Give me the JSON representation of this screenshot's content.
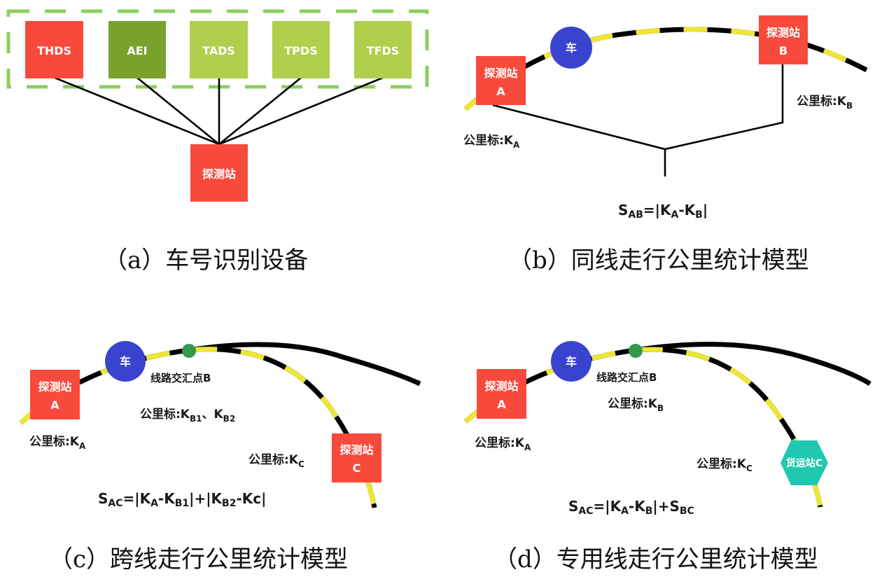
{
  "colors": {
    "thds": "#f84a3c",
    "aei": "#78a22c",
    "light_green": "#b0cf4c",
    "dashed_border": "#8ccf5c",
    "station": "#f84a3c",
    "car": "#3a43d0",
    "junction": "#34994e",
    "freight_station": "#20c8b0",
    "rail_yellow": "#ede634",
    "rail_black": "#000000"
  },
  "panel_a": {
    "devices": [
      "THDS",
      "AEI",
      "TADS",
      "TPDS",
      "TFDS"
    ],
    "station": "探测站",
    "caption": "（a）车号识别设备"
  },
  "panel_b": {
    "station_a": {
      "name": "探测站",
      "letter": "A"
    },
    "station_b": {
      "name": "探测站",
      "letter": "B"
    },
    "car": "车",
    "km_a": {
      "prefix": "公里标:K",
      "sub": "A"
    },
    "km_b": {
      "prefix": "公里标:K",
      "sub": "B"
    },
    "formula": {
      "s": "S",
      "s_sub": "AB",
      "eq": "=|K",
      "a": "A",
      "mid": "-K",
      "b": "B",
      "end": "|"
    },
    "caption": "（b）同线走行公里统计模型"
  },
  "panel_c": {
    "station_a": {
      "name": "探测站",
      "letter": "A"
    },
    "station_c": {
      "name": "探测站",
      "letter": "C"
    },
    "car": "车",
    "junction_label": "线路交汇点B",
    "km_b": {
      "prefix": "公里标:K",
      "sub1": "B1",
      "sep": "、K",
      "sub2": "B2"
    },
    "km_a": {
      "prefix": "公里标:K",
      "sub": "A"
    },
    "km_c": {
      "prefix": "公里标:K",
      "sub": "C"
    },
    "formula": {
      "s": "S",
      "s_sub": "AC",
      "p1": "=|K",
      "a": "A",
      "p2": "-K",
      "b1": "B1",
      "p3": "|+|K",
      "b2": "B2",
      "p4": "-Kc|"
    },
    "caption": "（c）跨线走行公里统计模型"
  },
  "panel_d": {
    "station_a": {
      "name": "探测站",
      "letter": "A"
    },
    "freight_station": "货运站C",
    "car": "车",
    "junction_label": "线路交汇点B",
    "km_b": {
      "prefix": "公里标:K",
      "sub": "B"
    },
    "km_a": {
      "prefix": "公里标:K",
      "sub": "A"
    },
    "km_c": {
      "prefix": "公里标:K",
      "sub": "C"
    },
    "formula": {
      "s": "S",
      "s_sub": "AC",
      "p1": "=|K",
      "a": "A",
      "p2": "-K",
      "b": "B",
      "p3": "|+S",
      "bc": "BC"
    },
    "caption": "（d）专用线走行公里统计模型"
  }
}
